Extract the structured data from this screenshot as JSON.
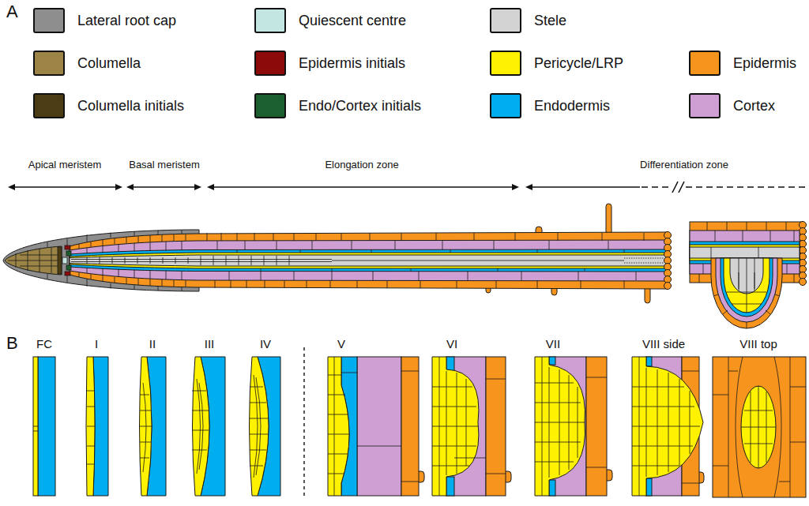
{
  "diagram": {
    "labels": [
      "A",
      "Apical meristem",
      "Basal meristem",
      "Elongation zone",
      "Differentiation zone",
      "B",
      "FC",
      "I",
      "II",
      "III",
      "IV",
      "V",
      "VI",
      "VII",
      "VIII side",
      "VIII top"
    ],
    "legend": [
      {
        "text": "Lateral root cap",
        "color": "#8e8e8e"
      },
      {
        "text": "Quiescent centre",
        "color": "#c4e6e2"
      },
      {
        "text": "Stele",
        "color": "#d3d3d3"
      },
      {
        "text": "Columella",
        "color": "#9b8446"
      },
      {
        "text": "Epidermis initials",
        "color": "#8c0a0a"
      },
      {
        "text": "Pericycle/LRP",
        "color": "#fff200"
      },
      {
        "text": "Epidermis",
        "color": "#f7941d"
      },
      {
        "text": "Columella initials",
        "color": "#4b3c14"
      },
      {
        "text": "Endo/Cortex initials",
        "color": "#1c5f2e"
      },
      {
        "text": "Endodermis",
        "color": "#00aeef"
      },
      {
        "text": "Cortex",
        "color": "#cf9fd4"
      }
    ]
  }
}
